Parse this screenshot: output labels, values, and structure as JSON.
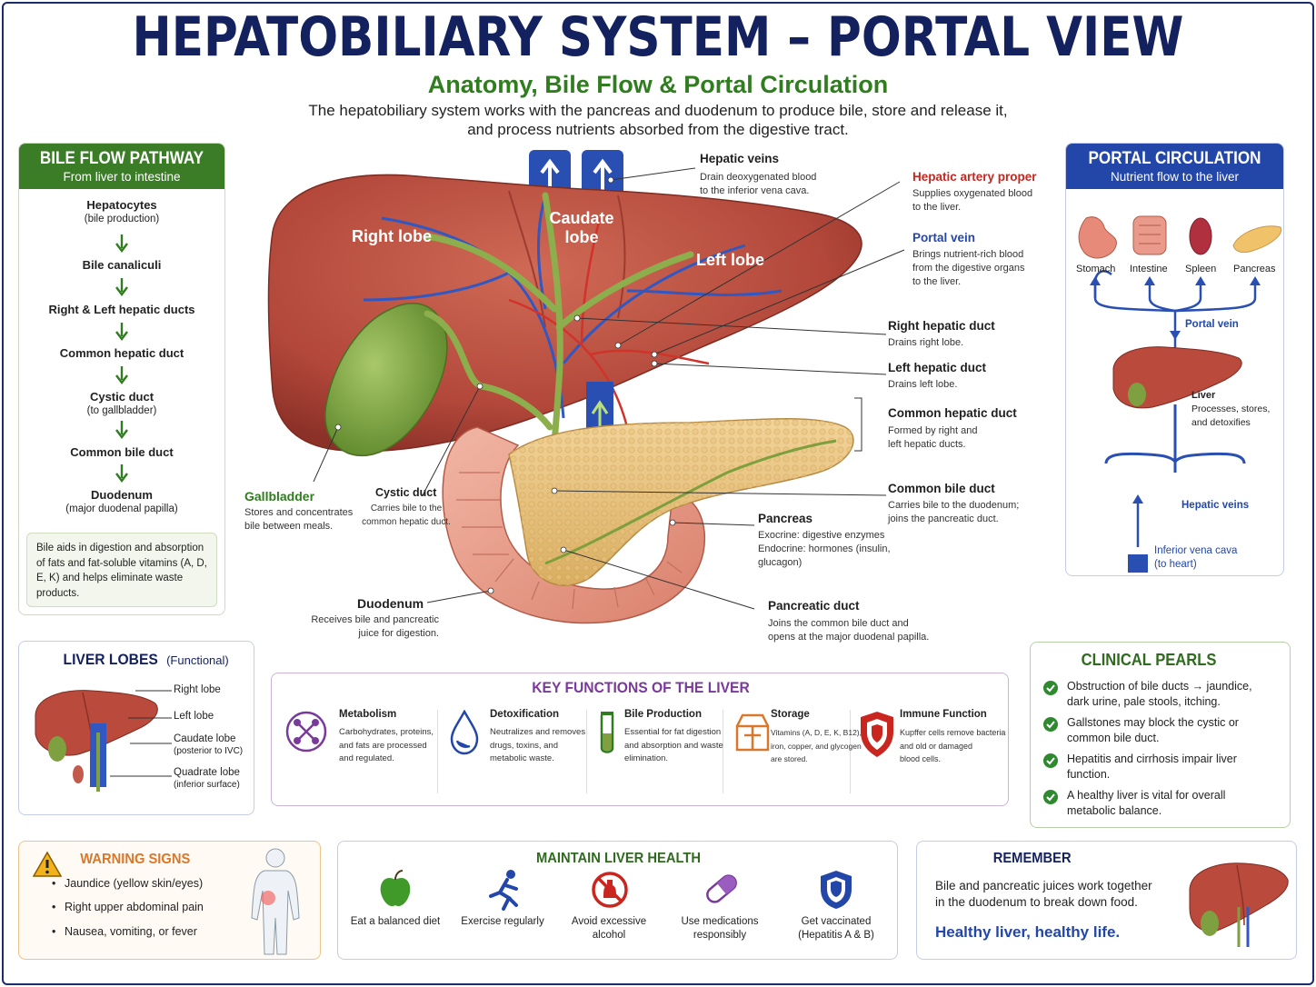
{
  "header": {
    "title": "HEPATOBILIARY SYSTEM – PORTAL VIEW",
    "subtitle": "Anatomy, Bile Flow & Portal Circulation",
    "intro_line1": "The hepatobiliary system works with the pancreas and duodenum to produce bile, store and release it,",
    "intro_line2": "and process nutrients absorbed from the digestive tract."
  },
  "bile_flow": {
    "title": "BILE FLOW PATHWAY",
    "subtitle": "From liver to intestine",
    "steps": [
      {
        "label": "Hepatocytes",
        "sub": "(bile production)"
      },
      {
        "label": "Bile canaliculi",
        "sub": ""
      },
      {
        "label": "Right & Left hepatic ducts",
        "sub": ""
      },
      {
        "label": "Common hepatic duct",
        "sub": ""
      },
      {
        "label": "Cystic duct",
        "sub": "(to gallbladder)"
      },
      {
        "label": "Common bile duct",
        "sub": ""
      },
      {
        "label": "Duodenum",
        "sub": "(major duodenal papilla)"
      }
    ],
    "note": "Bile aids in digestion and absorption of fats and fat-soluble vitamins (A, D, E, K) and helps eliminate waste products."
  },
  "diagram": {
    "lobes": {
      "right": "Right lobe",
      "caudate1": "Caudate",
      "caudate2": "lobe",
      "left": "Left lobe"
    },
    "labels": {
      "hepatic_veins": {
        "title": "Hepatic veins",
        "desc1": "Drain deoxygenated blood",
        "desc2": "to the inferior vena cava."
      },
      "hepatic_artery": {
        "title": "Hepatic artery proper",
        "desc1": "Supplies oxygenated blood",
        "desc2": "to the liver."
      },
      "portal_vein": {
        "title": "Portal vein",
        "desc1": "Brings nutrient-rich blood",
        "desc2": "from the digestive organs",
        "desc3": "to the liver."
      },
      "right_hepatic_duct": {
        "title": "Right hepatic duct",
        "desc1": "Drains right lobe."
      },
      "left_hepatic_duct": {
        "title": "Left hepatic duct",
        "desc1": "Drains left lobe."
      },
      "common_hepatic_duct": {
        "title": "Common hepatic duct",
        "desc1": "Formed by right and",
        "desc2": "left hepatic ducts."
      },
      "common_bile_duct": {
        "title": "Common bile duct",
        "desc1": "Carries bile to the duodenum;",
        "desc2": "joins the pancreatic duct."
      },
      "pancreas": {
        "title": "Pancreas",
        "desc1": "Exocrine: digestive enzymes",
        "desc2": "Endocrine: hormones (insulin,",
        "desc3": "glucagon)"
      },
      "pancreatic_duct": {
        "title": "Pancreatic duct",
        "desc1": "Joins the common bile duct and",
        "desc2": "opens at the major duodenal papilla."
      },
      "gallbladder": {
        "title": "Gallbladder",
        "desc1": "Stores and concentrates",
        "desc2": "bile between meals."
      },
      "cystic_duct": {
        "title": "Cystic duct",
        "desc1": "Carries bile to the",
        "desc2": "common hepatic duct."
      },
      "duodenum": {
        "title": "Duodenum",
        "desc1": "Receives bile and pancreatic",
        "desc2": "juice for digestion."
      }
    }
  },
  "portal": {
    "title": "PORTAL CIRCULATION",
    "subtitle": "Nutrient flow to the liver",
    "organs": [
      "Stomach",
      "Intestine",
      "Spleen",
      "Pancreas"
    ],
    "portal_vein": "Portal vein",
    "liver_title": "Liver",
    "liver_desc1": "Processes, stores,",
    "liver_desc2": "and detoxifies",
    "hepatic_veins": "Hepatic veins",
    "ivc1": "Inferior vena cava",
    "ivc2": "(to heart)"
  },
  "lobes_panel": {
    "title": "LIVER LOBES",
    "title_sub": "(Functional)",
    "items": [
      {
        "label": "Right lobe",
        "sub": ""
      },
      {
        "label": "Left lobe",
        "sub": ""
      },
      {
        "label": "Caudate lobe",
        "sub": "(posterior to IVC)"
      },
      {
        "label": "Quadrate lobe",
        "sub": "(inferior surface)"
      }
    ]
  },
  "functions": {
    "title": "KEY FUNCTIONS OF THE LIVER",
    "items": [
      {
        "title": "Metabolism",
        "l1": "Carbohydrates, proteins,",
        "l2": "and fats are processed",
        "l3": "and regulated."
      },
      {
        "title": "Detoxification",
        "l1": "Neutralizes and removes",
        "l2": "drugs, toxins, and",
        "l3": "metabolic waste."
      },
      {
        "title": "Bile Production",
        "l1": "Essential for fat digestion",
        "l2": "and absorption and waste",
        "l3": "elimination."
      },
      {
        "title": "Storage",
        "l1": "Vitamins (A, D, E, K, B12),",
        "l2": "iron, copper, and glycogen",
        "l3": "are stored."
      },
      {
        "title": "Immune Function",
        "l1": "Kupffer cells remove bacteria",
        "l2": "and old or damaged",
        "l3": "blood cells."
      }
    ]
  },
  "pearls": {
    "title": "CLINICAL PEARLS",
    "items": [
      "Obstruction of bile ducts → jaundice, dark urine, pale stools, itching.",
      "Gallstones may block the cystic or common bile duct.",
      "Hepatitis and cirrhosis impair liver function.",
      "A healthy liver is vital for overall metabolic balance."
    ]
  },
  "warning": {
    "title": "WARNING SIGNS",
    "items": [
      "Jaundice (yellow skin/eyes)",
      "Right upper abdominal pain",
      "Nausea, vomiting, or fever"
    ]
  },
  "health": {
    "title": "MAINTAIN LIVER HEALTH",
    "items": [
      {
        "l1": "Eat a balanced diet",
        "l2": ""
      },
      {
        "l1": "Exercise regularly",
        "l2": ""
      },
      {
        "l1": "Avoid excessive",
        "l2": "alcohol"
      },
      {
        "l1": "Use medications",
        "l2": "responsibly"
      },
      {
        "l1": "Get vaccinated",
        "l2": "(Hepatitis A & B)"
      }
    ]
  },
  "remember": {
    "title": "REMEMBER",
    "l1": "Bile and pancreatic juices work together",
    "l2": "in the duodenum to break down food.",
    "tagline": "Healthy liver, healthy life."
  },
  "colors": {
    "navy": "#13215e",
    "green": "#2f7d1f",
    "blue": "#2347a8",
    "red": "#c8261f",
    "purple": "#7a3a9a",
    "orange": "#d9772a",
    "liver": "#b94a3c",
    "bile": "#7ea040"
  }
}
